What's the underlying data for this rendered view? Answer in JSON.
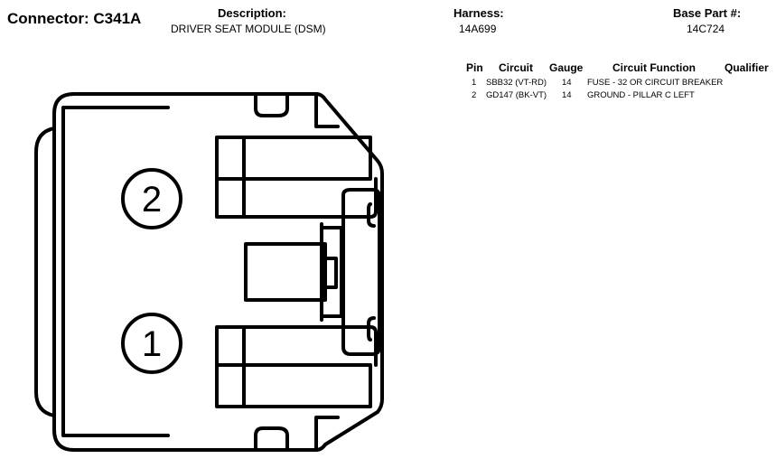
{
  "header": {
    "connector_title": "Connector: C341A",
    "description_label": "Description:",
    "description_value": "DRIVER SEAT MODULE (DSM)",
    "harness_label": "Harness:",
    "harness_value": "14A699",
    "base_part_label": "Base Part #:",
    "base_part_value": "14C724"
  },
  "table": {
    "columns": [
      "Pin",
      "Circuit",
      "Gauge",
      "Circuit Function",
      "Qualifier"
    ],
    "rows": [
      {
        "pin": "1",
        "circuit": "SBB32 (VT-RD)",
        "gauge": "14",
        "function": "FUSE - 32 OR CIRCUIT BREAKER",
        "qualifier": ""
      },
      {
        "pin": "2",
        "circuit": "GD147 (BK-VT)",
        "gauge": "14",
        "function": "GROUND - PILLAR C LEFT",
        "qualifier": ""
      }
    ]
  },
  "diagram": {
    "pin_labels": [
      "2",
      "1"
    ],
    "line_color": "#000000"
  }
}
